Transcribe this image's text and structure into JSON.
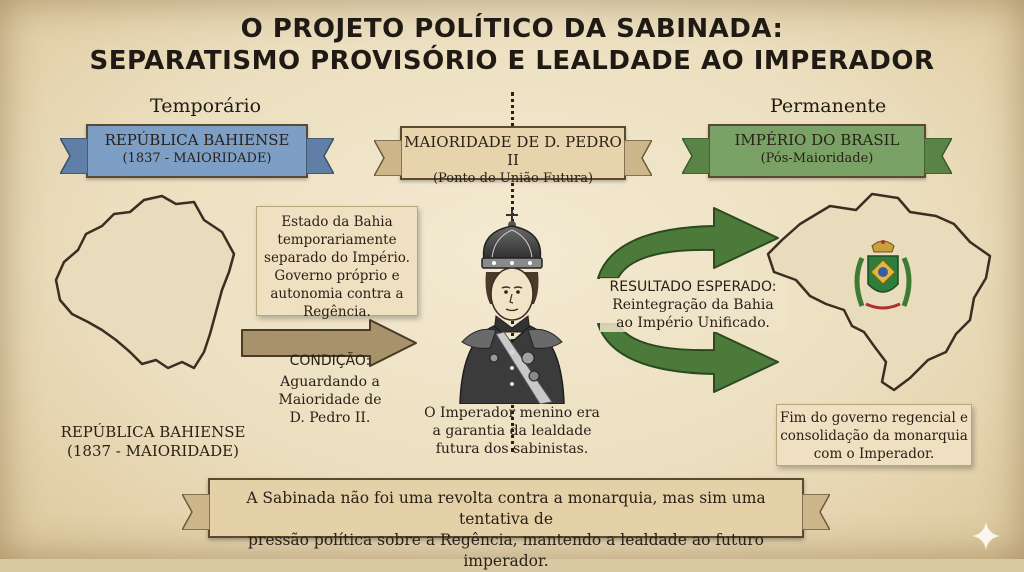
{
  "title": {
    "line1": "O PROJETO POLÍTICO DA SABINADA:",
    "line2": "SEPARATISMO PROVISÓRIO E LEALDADE AO IMPERADOR"
  },
  "labels": {
    "left": "Temporário",
    "right": "Permanente"
  },
  "banners": {
    "left": {
      "title": "REPÚBLICA BAHIENSE",
      "subtitle": "(1837 - MAIORIDADE)",
      "color": "#7d9fc6"
    },
    "center": {
      "title": "MAIORIDADE DE D. PEDRO II",
      "subtitle": "(Ponto de União Futura)",
      "color": "#e7d4ad"
    },
    "right": {
      "title": "IMPÉRIO DO BRASIL",
      "subtitle": "(Pós-Maioridade)",
      "color": "#7aa266"
    }
  },
  "bahia_note": {
    "lines": [
      "Estado da Bahia",
      "temporariamente",
      "separado do Império.",
      "Governo próprio e",
      "autonomia contra a",
      "Regência."
    ]
  },
  "left_caption": {
    "line1": "REPÚBLICA BAHIENSE",
    "line2": "(1837 - MAIORIDADE)"
  },
  "condition": {
    "heading": "CONDIÇÃO:",
    "lines": [
      "Aguardando a",
      "Maioridade de",
      "D. Pedro II."
    ]
  },
  "emperor_caption": {
    "lines": [
      "O Imperador menino era",
      "a garantia da lealdade",
      "futura dos sabinistas."
    ]
  },
  "result": {
    "heading": "RESULTADO ESPERADO:",
    "lines": [
      "Reintegração da Bahia",
      "ao Império Unificado."
    ]
  },
  "end_note": {
    "lines": [
      "Fim do governo regencial e",
      "consolidação da monarquia",
      "com o Imperador."
    ]
  },
  "bottom": {
    "line1": "A Sabinada não foi uma revolta contra a monarquia, mas sim uma tentativa de",
    "line2": "pressão política sobre a Regência, mantendo a lealdade ao futuro imperador."
  },
  "icons": {
    "map_left": "bahia-map-icon",
    "portrait": "emperor-portrait-icon",
    "map_right": "brazil-map-icon",
    "coat": "imperial-coat-of-arms-icon",
    "sparkle": "sparkle-icon"
  },
  "colors": {
    "arrow_tan": "#a8926b",
    "arrow_green": "#4c7a3a",
    "map_fill": "#e9dcbc"
  }
}
